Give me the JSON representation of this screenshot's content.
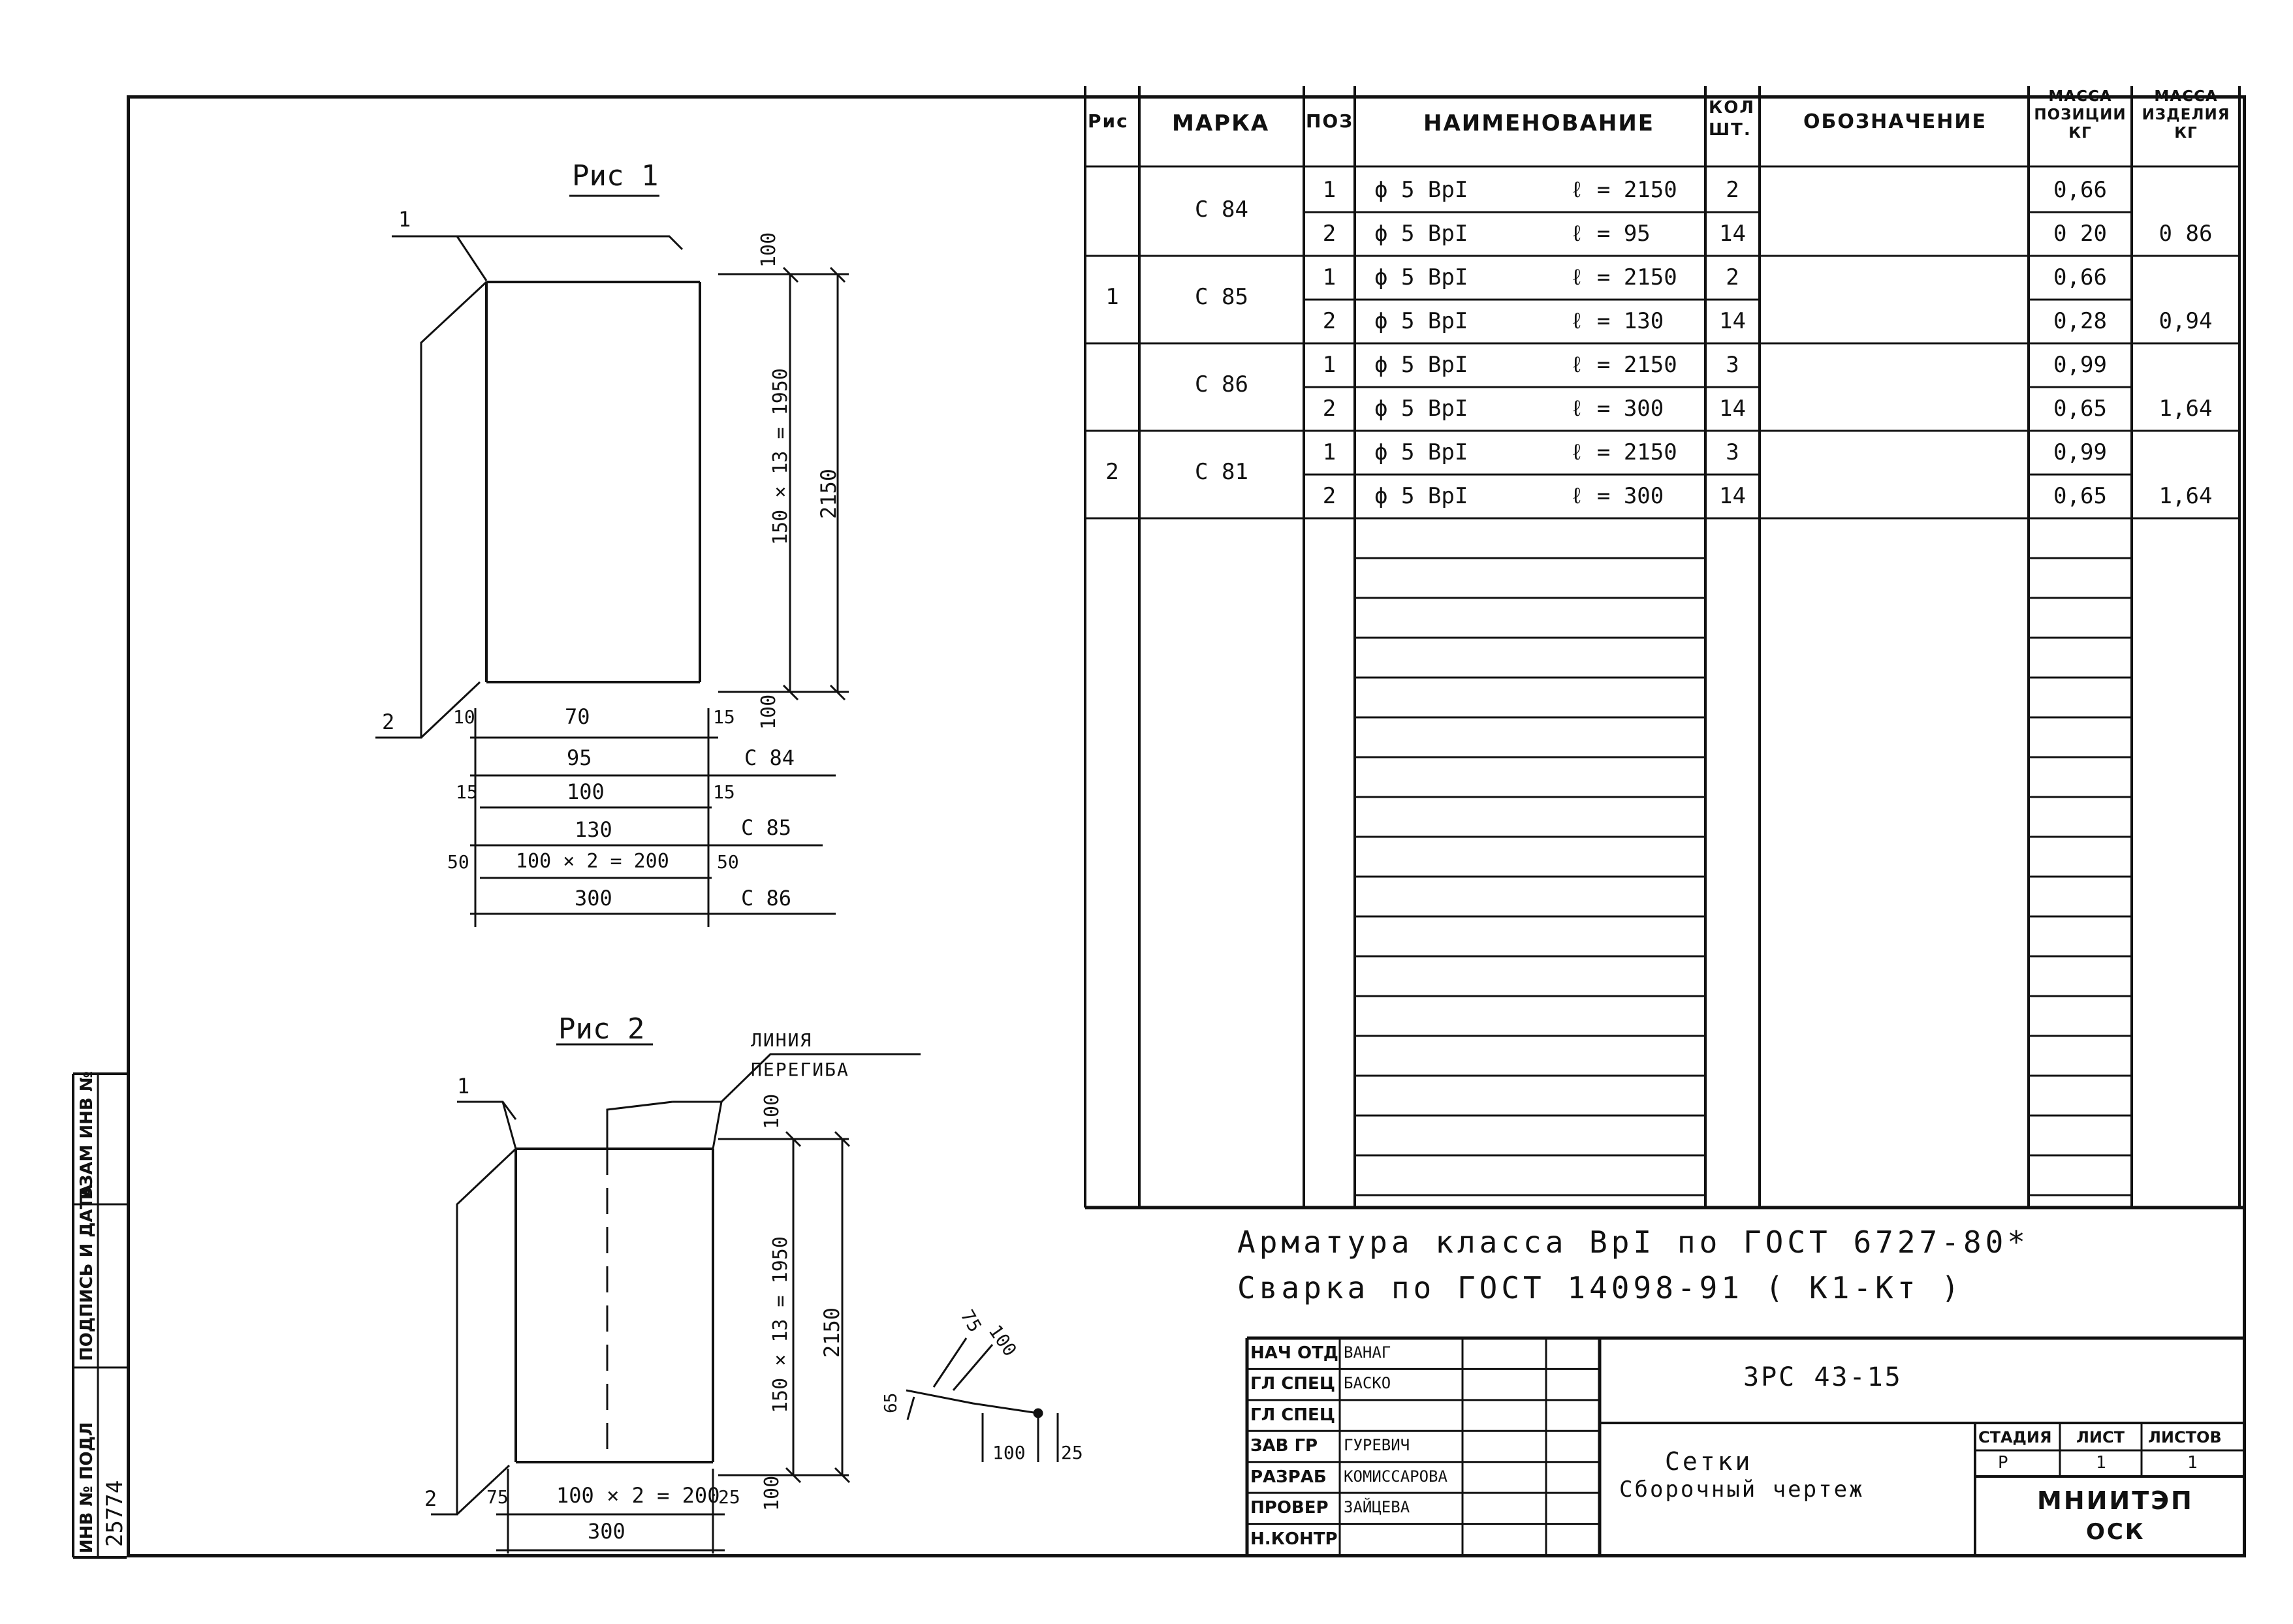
{
  "figures": {
    "fig1": {
      "title": "Рис 1",
      "pos1": "1",
      "pos2": "2",
      "dims": {
        "top": "100",
        "bottom": "100",
        "span": "150 × 13 = 1950",
        "total": "2150",
        "w_left": "10",
        "w_mid": "70",
        "w_right": "15",
        "w_95": "95",
        "w_15a": "15",
        "w_100": "100",
        "w_15b": "15",
        "w_130": "130",
        "w_50a": "50",
        "w_200": "100 × 2 = 200",
        "w_50b": "50",
        "w_300": "300"
      },
      "marks": {
        "c84": "С 84",
        "c85": "С 85",
        "c86": "С 86"
      }
    },
    "fig2": {
      "title": "Рис 2",
      "pos1": "1",
      "pos2": "2",
      "bend_line": "ЛИНИЯ",
      "bend_line2": "ПЕРЕГИБА",
      "dims": {
        "top": "100",
        "bottom": "100",
        "span": "150 × 13 = 1950",
        "total": "2150",
        "w_left": "75",
        "w_mid": "100 × 2 = 200",
        "w_right": "25",
        "w_300": "300"
      }
    },
    "detail": {
      "d75": "75",
      "d100a": "100",
      "d65": "65",
      "d100b": "100",
      "d25": "25"
    }
  },
  "spec_table": {
    "headers": {
      "fig": "Рис",
      "mark": "МАРКА",
      "pos": "ПОЗ",
      "name": "НАИМЕНОВАНИЕ",
      "qty": "КОЛ ШТ.",
      "designation": "ОБОЗНАЧЕНИЕ",
      "mass_pos": "МАССА ПОЗИЦИИ КГ",
      "mass_item": "МАССА ИЗДЕЛИЯ КГ"
    },
    "rows": [
      {
        "fig": "",
        "mark": "С 84",
        "pos": "1",
        "name": "ϕ 5 ВрI",
        "len": "ℓ = 2150",
        "qty": "2",
        "mp": "0,66",
        "mi": ""
      },
      {
        "fig": "",
        "mark": "",
        "pos": "2",
        "name": "ϕ 5 ВрI",
        "len": "ℓ = 95",
        "qty": "14",
        "mp": "0 20",
        "mi": "0 86"
      },
      {
        "fig": "1",
        "mark": "С 85",
        "pos": "1",
        "name": "ϕ 5 ВрI",
        "len": "ℓ = 2150",
        "qty": "2",
        "mp": "0,66",
        "mi": ""
      },
      {
        "fig": "",
        "mark": "",
        "pos": "2",
        "name": "ϕ 5 ВрI",
        "len": "ℓ = 130",
        "qty": "14",
        "mp": "0,28",
        "mi": "0,94"
      },
      {
        "fig": "",
        "mark": "С 86",
        "pos": "1",
        "name": "ϕ 5 ВрI",
        "len": "ℓ = 2150",
        "qty": "3",
        "mp": "0,99",
        "mi": ""
      },
      {
        "fig": "",
        "mark": "",
        "pos": "2",
        "name": "ϕ 5 ВрI",
        "len": "ℓ = 300",
        "qty": "14",
        "mp": "0,65",
        "mi": "1,64"
      },
      {
        "fig": "2",
        "mark": "С 81",
        "pos": "1",
        "name": "ϕ 5 ВрI",
        "len": "ℓ = 2150",
        "qty": "3",
        "mp": "0,99",
        "mi": ""
      },
      {
        "fig": "",
        "mark": "",
        "pos": "2",
        "name": "ϕ 5 ВрI",
        "len": "ℓ = 300",
        "qty": "14",
        "mp": "0,65",
        "mi": "1,64"
      }
    ]
  },
  "notes": {
    "line1": "Арматура класса ВрI по ГОСТ 6727-80*",
    "line2": "Сварка по ГОСТ 14098-91 ( К1-Кт )"
  },
  "title_block": {
    "roles": [
      {
        "role": "НАЧ ОТД",
        "name": "ВАНАГ"
      },
      {
        "role": "ГЛ СПЕЦ",
        "name": "БАСКО"
      },
      {
        "role": "ГЛ СПЕЦ",
        "name": ""
      },
      {
        "role": "ЗАВ ГР",
        "name": "ГУРЕВИЧ"
      },
      {
        "role": "РАЗРАБ",
        "name": "КОМИССАРОВА"
      },
      {
        "role": "ПРОВЕР",
        "name": "ЗАЙЦЕВА"
      },
      {
        "role": "Н.КОНТР",
        "name": ""
      }
    ],
    "doc_code": "ЗРС 43-15",
    "title_line1": "Сетки",
    "title_line2": "Сборочный чертеж",
    "stage_label": "СТАДИЯ",
    "sheet_label": "ЛИСТ",
    "sheets_label": "ЛИСТОВ",
    "stage": "Р",
    "sheet": "1",
    "sheets": "1",
    "org1": "МНИИТЭП",
    "org2": "ОСК"
  },
  "side_stamp": {
    "inv_orig": "ИНВ № ПОДЛ",
    "sign_date": "ПОДПИСЬ И ДАТА",
    "inv_repl": "ВЗАМ ИНВ №",
    "inv_value": "25774"
  }
}
